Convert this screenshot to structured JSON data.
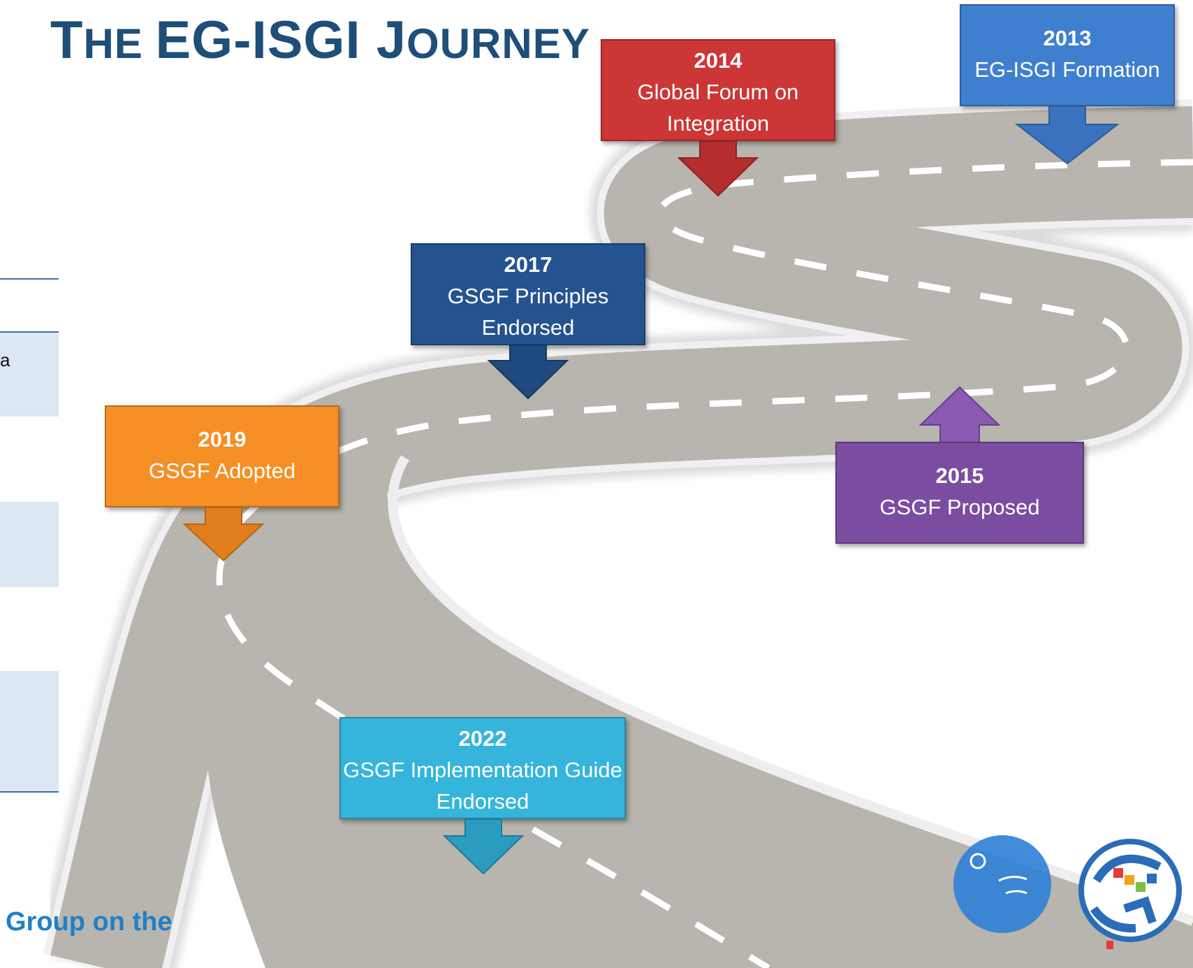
{
  "header": {
    "title_prefix_big": "T",
    "title_prefix_rest": "HE ",
    "title_middle": "EG-ISGI ",
    "title_suffix_big": "J",
    "title_suffix_rest": "OURNEY"
  },
  "footer": {
    "text": "Group on the "
  },
  "left_panel": {
    "fragment": "a"
  },
  "milestones": [
    {
      "year": "2013",
      "label": "EG-ISGI Formation",
      "color": "#3f7fd0"
    },
    {
      "year": "2014",
      "label": "Global Forum on Integration",
      "color": "#cc3636"
    },
    {
      "year": "2015",
      "label": "GSGF Proposed",
      "color": "#7b4da1"
    },
    {
      "year": "2017",
      "label": "GSGF Principles Endorsed",
      "color": "#24538f"
    },
    {
      "year": "2019",
      "label": "GSGF Adopted",
      "color": "#f58f25"
    },
    {
      "year": "2022",
      "label": "GSGF Implementation Guide Endorsed",
      "color": "#35b5dc"
    }
  ]
}
